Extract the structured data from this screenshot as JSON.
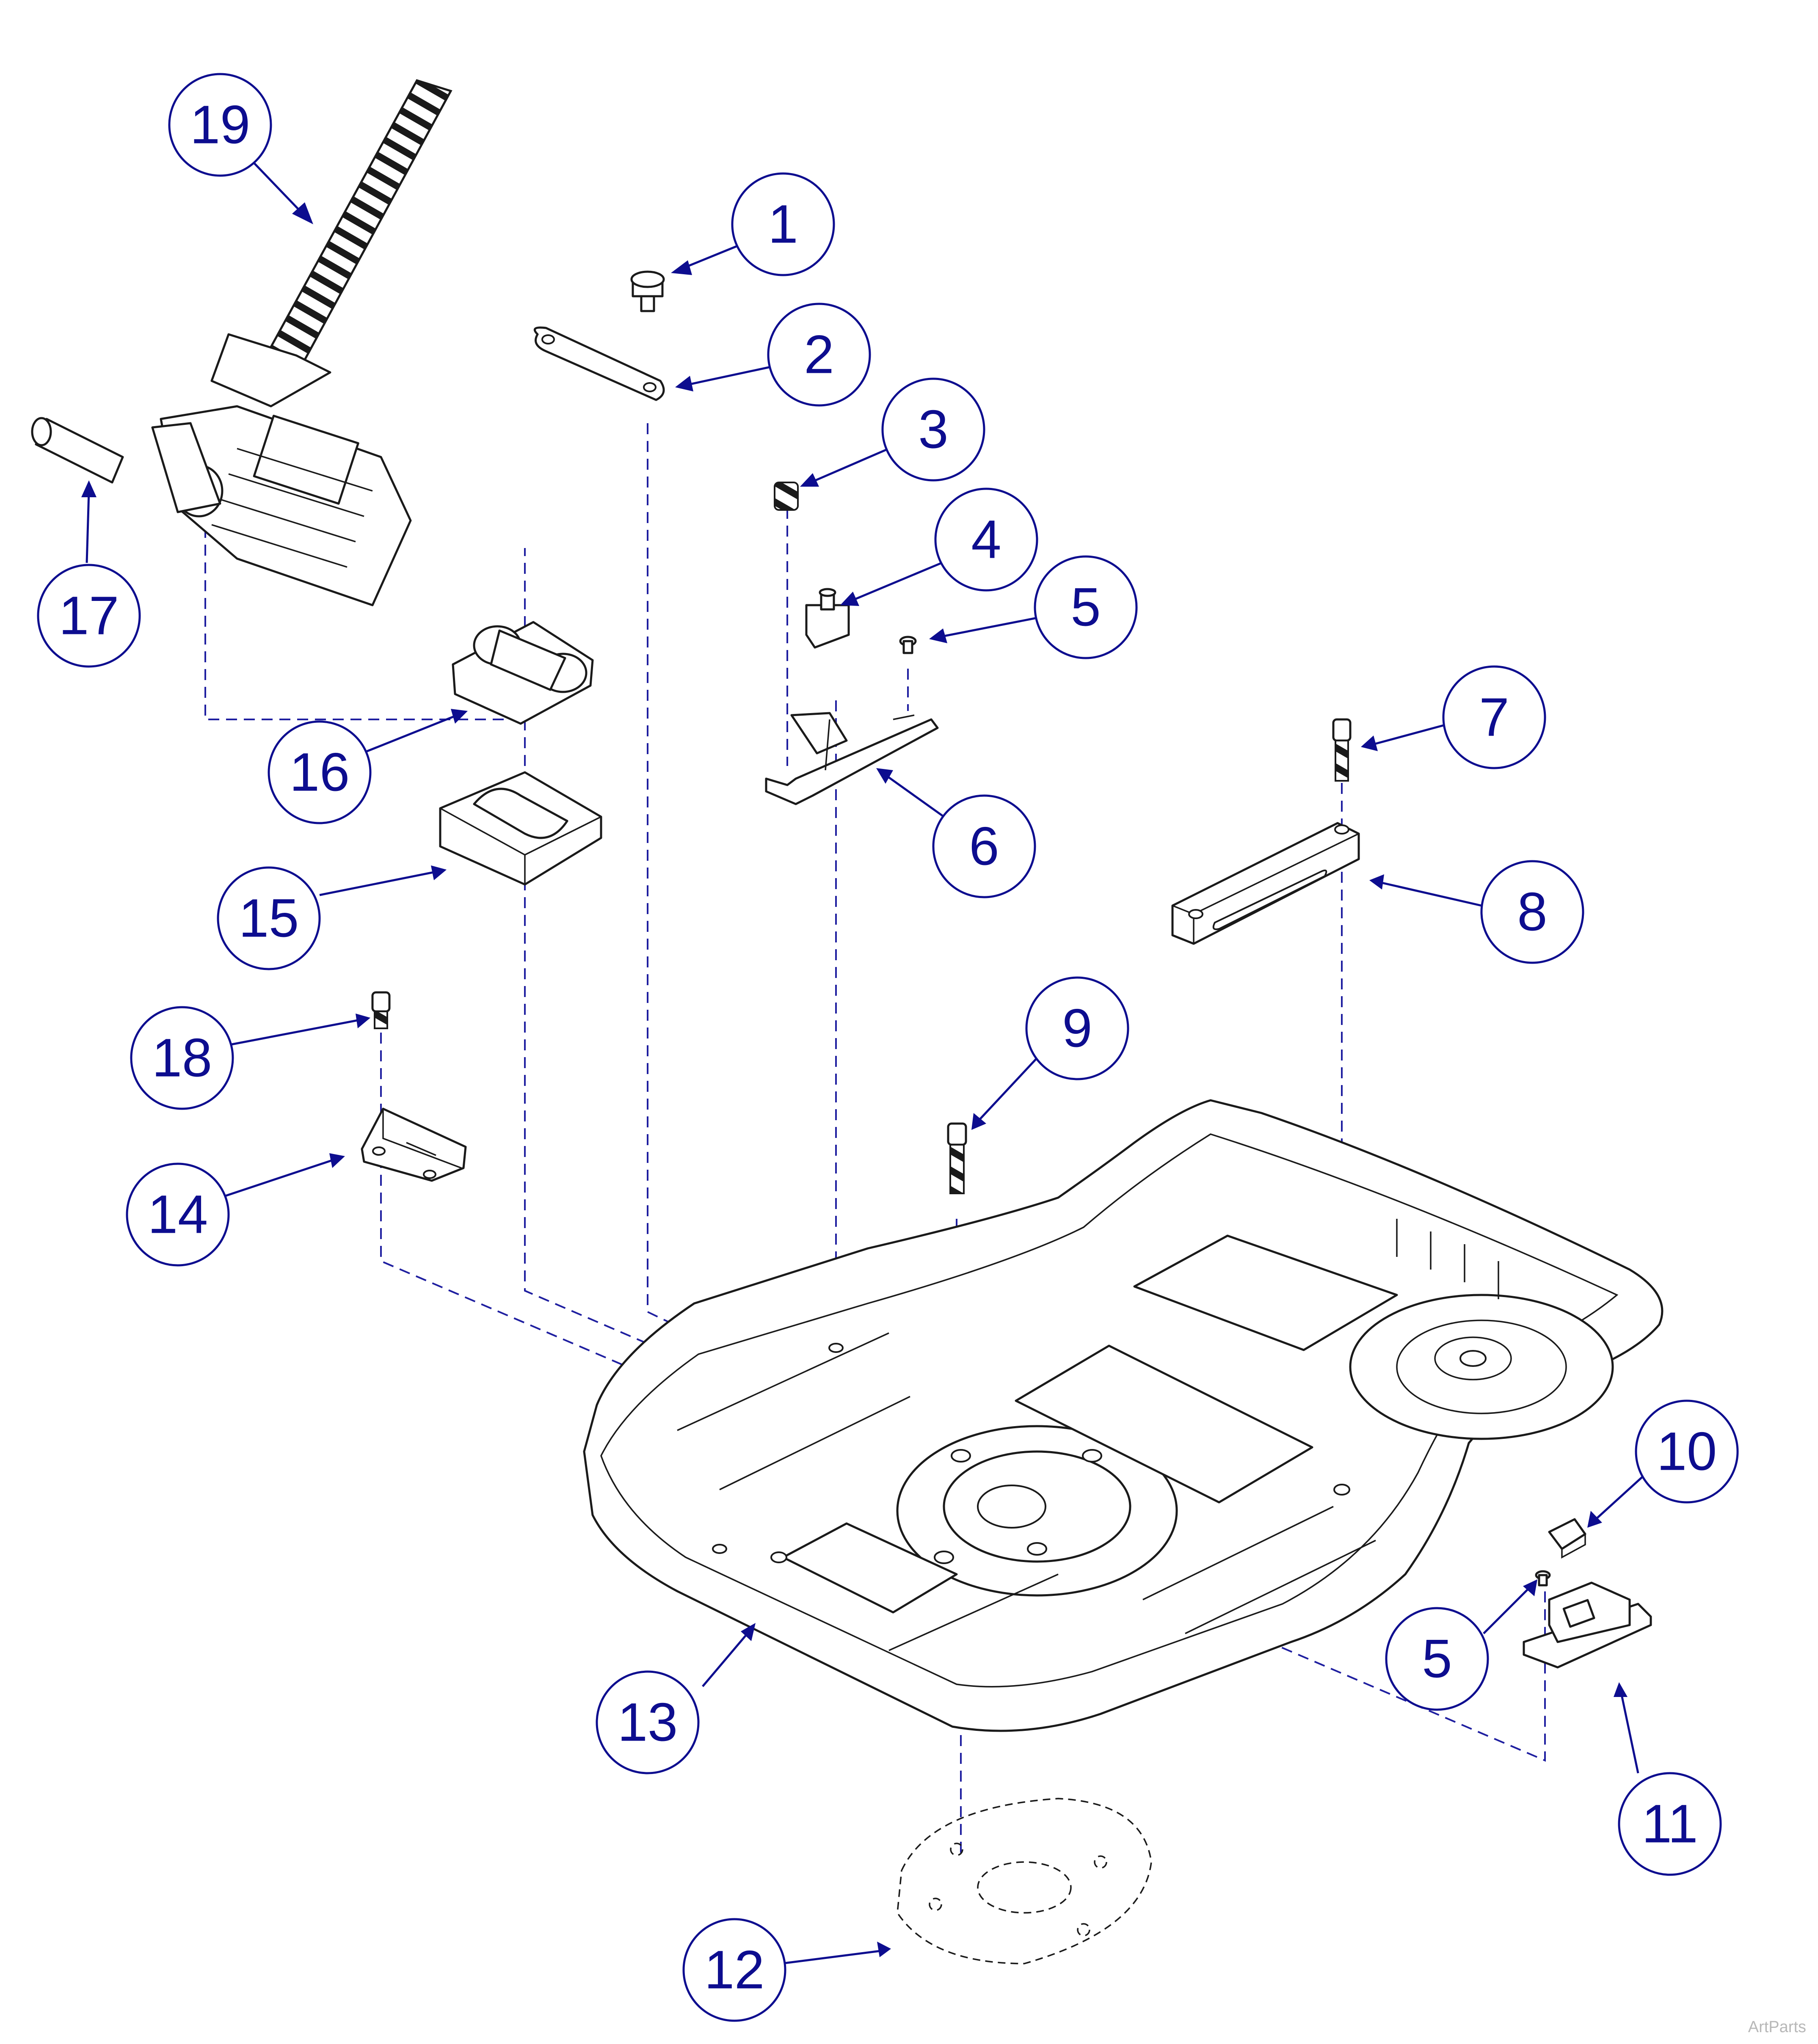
{
  "watermark": "ArtParts",
  "colors": {
    "callout": "#0d0d8f",
    "assembly_axis": "#1f1fa0",
    "line_art": "#1a1a1a",
    "background": "#ffffff"
  },
  "callouts": [
    {
      "id": "c1",
      "label": "1"
    },
    {
      "id": "c2",
      "label": "2"
    },
    {
      "id": "c3",
      "label": "3"
    },
    {
      "id": "c4",
      "label": "4"
    },
    {
      "id": "c5a",
      "label": "5"
    },
    {
      "id": "c6",
      "label": "6"
    },
    {
      "id": "c7",
      "label": "7"
    },
    {
      "id": "c8",
      "label": "8"
    },
    {
      "id": "c9",
      "label": "9"
    },
    {
      "id": "c10",
      "label": "10"
    },
    {
      "id": "c11",
      "label": "11"
    },
    {
      "id": "c12",
      "label": "12"
    },
    {
      "id": "c13",
      "label": "13"
    },
    {
      "id": "c14",
      "label": "14"
    },
    {
      "id": "c5b",
      "label": "5"
    },
    {
      "id": "c15",
      "label": "15"
    },
    {
      "id": "c16",
      "label": "16"
    },
    {
      "id": "c17",
      "label": "17"
    },
    {
      "id": "c18",
      "label": "18"
    },
    {
      "id": "c19",
      "label": "19"
    }
  ]
}
